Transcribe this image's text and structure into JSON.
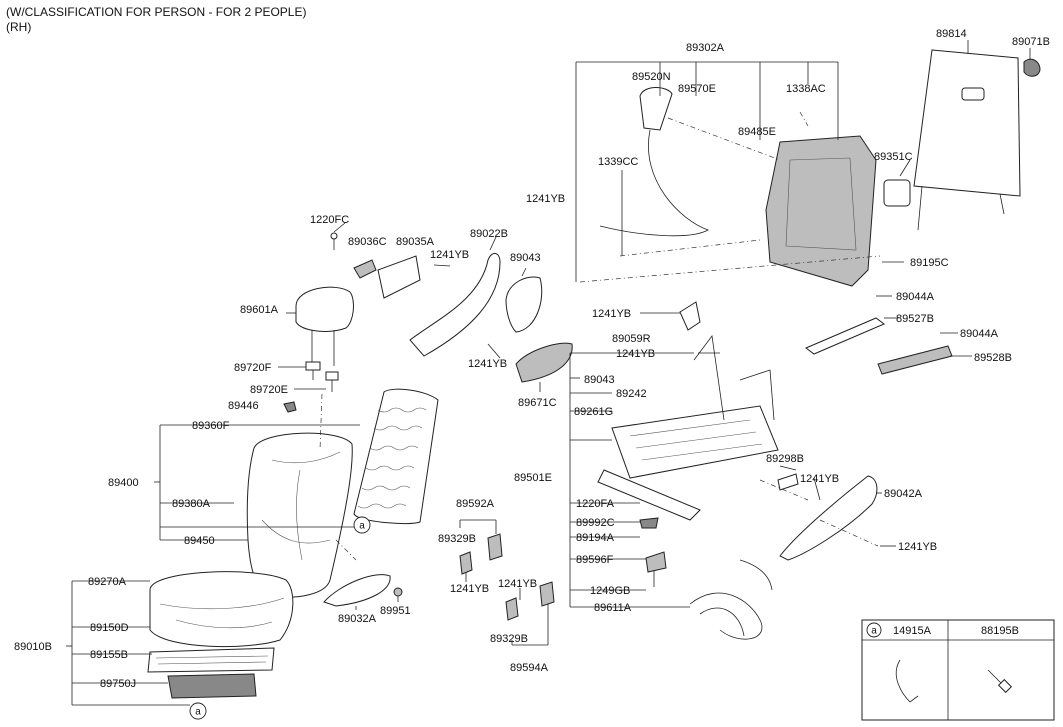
{
  "header": {
    "line1": "(W/CLASSIFICATION FOR PERSON - FOR 2 PEOPLE)",
    "line2": "(RH)"
  },
  "legend": {
    "marker": "a",
    "col1": "14915A",
    "col2": "88195B"
  },
  "callout_marker": "a",
  "labels": [
    {
      "id": "89302A",
      "text": "89302A"
    },
    {
      "id": "89814",
      "text": "89814"
    },
    {
      "id": "89071B",
      "text": "89071B"
    },
    {
      "id": "89520N",
      "text": "89520N"
    },
    {
      "id": "89570E",
      "text": "89570E"
    },
    {
      "id": "1338AC",
      "text": "1338AC"
    },
    {
      "id": "89485E",
      "text": "89485E"
    },
    {
      "id": "1339CC",
      "text": "1339CC"
    },
    {
      "id": "89351C",
      "text": "89351C"
    },
    {
      "id": "1241YB_a",
      "text": "1241YB"
    },
    {
      "id": "89195C",
      "text": "89195C"
    },
    {
      "id": "1220FC",
      "text": "1220FC"
    },
    {
      "id": "89036C",
      "text": "89036C"
    },
    {
      "id": "89035A",
      "text": "89035A"
    },
    {
      "id": "89022B",
      "text": "89022B"
    },
    {
      "id": "1241YB_b",
      "text": "1241YB"
    },
    {
      "id": "89043_a",
      "text": "89043"
    },
    {
      "id": "89601A",
      "text": "89601A"
    },
    {
      "id": "89044A_a",
      "text": "89044A"
    },
    {
      "id": "89527B",
      "text": "89527B"
    },
    {
      "id": "1241YB_c",
      "text": "1241YB"
    },
    {
      "id": "89044A_b",
      "text": "89044A"
    },
    {
      "id": "89059R",
      "text": "89059R"
    },
    {
      "id": "1241YB_d",
      "text": "1241YB"
    },
    {
      "id": "89528B",
      "text": "89528B"
    },
    {
      "id": "89720F",
      "text": "89720F"
    },
    {
      "id": "1241YB_e",
      "text": "1241YB"
    },
    {
      "id": "89043_b",
      "text": "89043"
    },
    {
      "id": "89720E",
      "text": "89720E"
    },
    {
      "id": "89242",
      "text": "89242"
    },
    {
      "id": "89446",
      "text": "89446"
    },
    {
      "id": "89671C",
      "text": "89671C"
    },
    {
      "id": "89261G",
      "text": "89261G"
    },
    {
      "id": "89360F",
      "text": "89360F"
    },
    {
      "id": "89400",
      "text": "89400"
    },
    {
      "id": "89298B",
      "text": "89298B"
    },
    {
      "id": "89501E",
      "text": "89501E"
    },
    {
      "id": "1241YB_f",
      "text": "1241YB"
    },
    {
      "id": "89042A",
      "text": "89042A"
    },
    {
      "id": "89380A",
      "text": "89380A"
    },
    {
      "id": "89592A",
      "text": "89592A"
    },
    {
      "id": "1220FA",
      "text": "1220FA"
    },
    {
      "id": "89992C",
      "text": "89992C"
    },
    {
      "id": "89329B_a",
      "text": "89329B"
    },
    {
      "id": "89450",
      "text": "89450"
    },
    {
      "id": "89194A",
      "text": "89194A"
    },
    {
      "id": "1241YB_g",
      "text": "1241YB"
    },
    {
      "id": "89596F",
      "text": "89596F"
    },
    {
      "id": "89270A",
      "text": "89270A"
    },
    {
      "id": "1241YB_h",
      "text": "1241YB"
    },
    {
      "id": "1241YB_i",
      "text": "1241YB"
    },
    {
      "id": "1249GB",
      "text": "1249GB"
    },
    {
      "id": "89611A",
      "text": "89611A"
    },
    {
      "id": "89951",
      "text": "89951"
    },
    {
      "id": "89032A",
      "text": "89032A"
    },
    {
      "id": "89150D",
      "text": "89150D"
    },
    {
      "id": "89329B_b",
      "text": "89329B"
    },
    {
      "id": "89010B",
      "text": "89010B"
    },
    {
      "id": "89155B",
      "text": "89155B"
    },
    {
      "id": "89594A",
      "text": "89594A"
    },
    {
      "id": "89750J",
      "text": "89750J"
    }
  ]
}
